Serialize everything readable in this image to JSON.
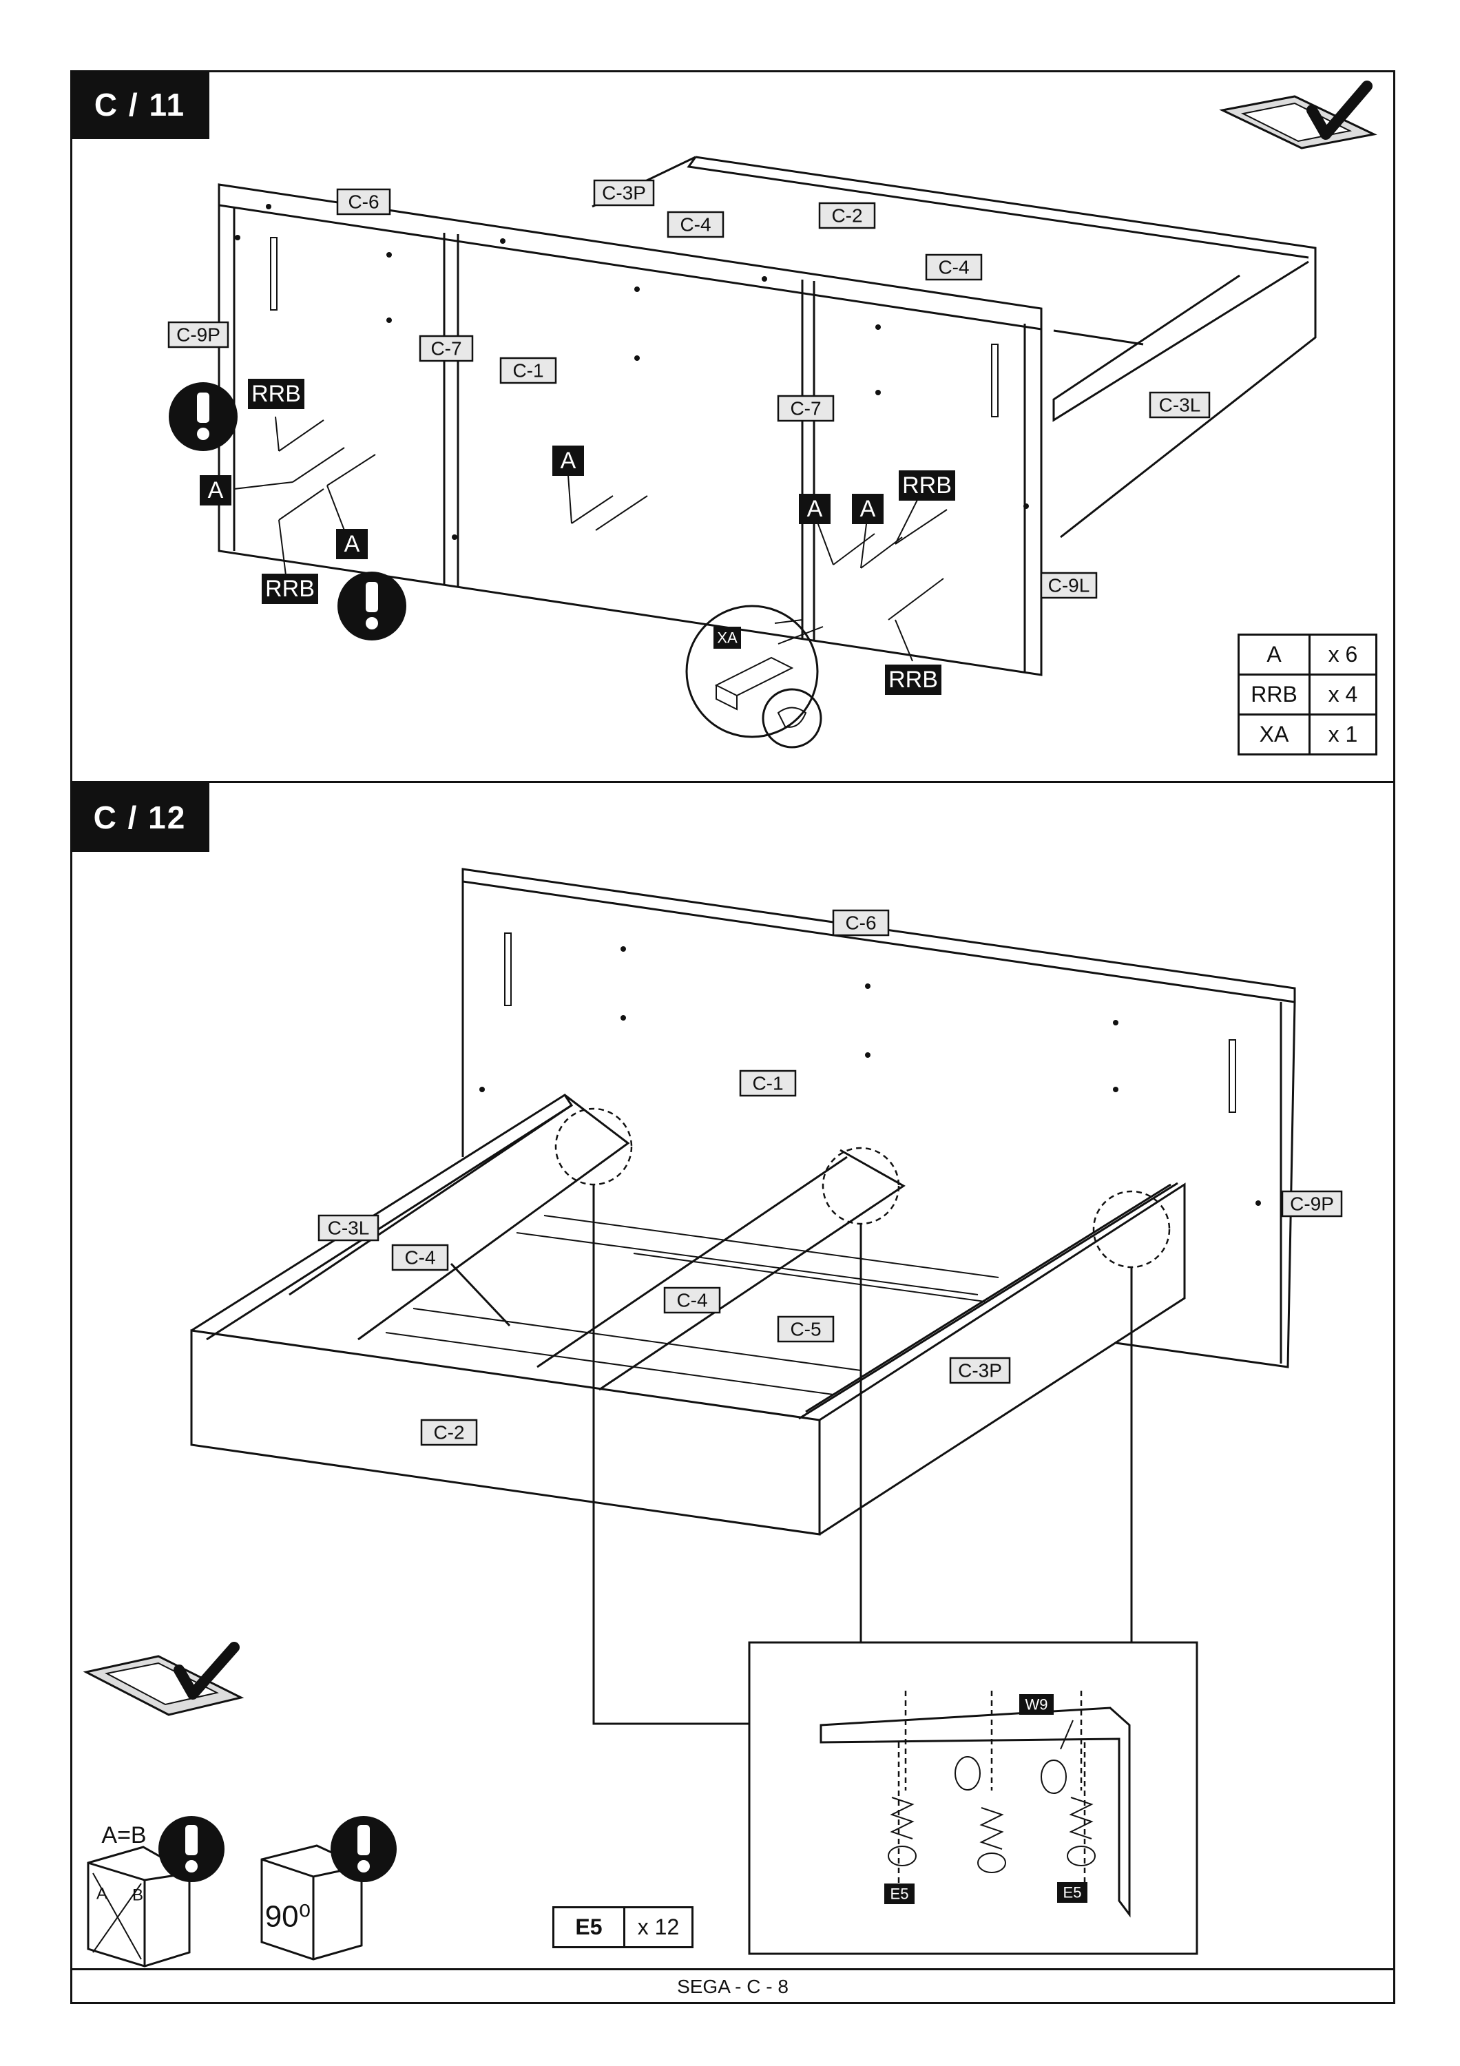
{
  "steps": [
    {
      "id": "C / 11"
    },
    {
      "id": "C / 12"
    }
  ],
  "step11": {
    "part_labels": [
      "C-6",
      "C-3P",
      "C-4",
      "C-2",
      "C-4",
      "C-9P",
      "C-7",
      "C-1",
      "C-7",
      "C-3L",
      "C-9L"
    ],
    "hardware_labels": [
      "RRB",
      "A",
      "A",
      "RRB",
      "A",
      "A",
      "A",
      "RRB",
      "RRB",
      "XA"
    ],
    "parts_table": [
      {
        "code": "A",
        "qty": "x 6"
      },
      {
        "code": "RRB",
        "qty": "x 4"
      },
      {
        "code": "XA",
        "qty": "x 1"
      }
    ]
  },
  "step12": {
    "part_labels": [
      "C-6",
      "C-1",
      "C-9P",
      "C-3L",
      "C-4",
      "C-4",
      "C-5",
      "C-3P",
      "C-2"
    ],
    "detail_labels": [
      "W9",
      "E5",
      "E5"
    ],
    "ab_label": "A=B",
    "diag_a": "A",
    "diag_b": "B",
    "angle_label": "90⁰",
    "parts_table": [
      {
        "code": "E5",
        "qty": "x 12"
      }
    ]
  },
  "footer": {
    "text": "SEGA - C - 8"
  },
  "icons": [
    "protective-mat-icon",
    "warning-icon",
    "square-check-icon",
    "right-angle-icon",
    "allen-key-icon"
  ]
}
